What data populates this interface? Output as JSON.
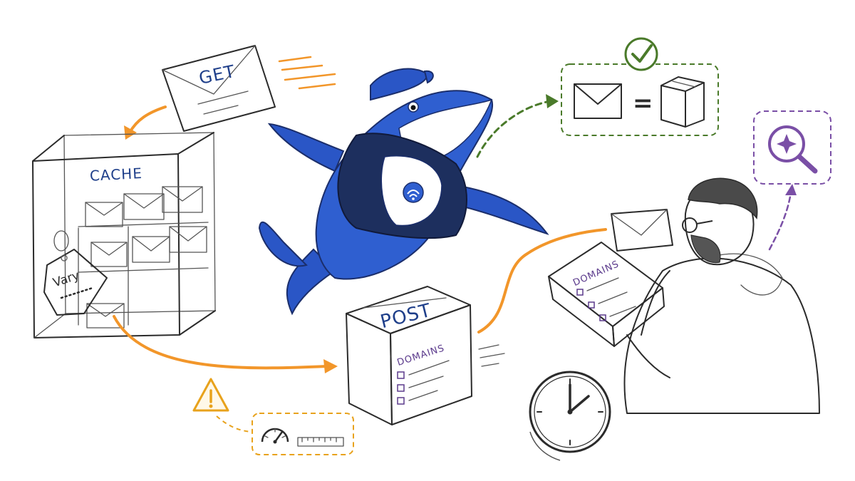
{
  "labels": {
    "get": "GET",
    "cache": "CACHE",
    "vary": "Vary",
    "post": "POST",
    "box_list_title": "DOMAINS",
    "held_list_title": "DOMAINS",
    "equals": "="
  },
  "colors": {
    "orange_arrow": "#f2962a",
    "green_accent": "#4a7a2a",
    "purple_accent": "#7a4fa6",
    "warning": "#e8a21c",
    "whale_blue": "#2a56c6",
    "hoodie_navy": "#1d2f5e",
    "ink": "#2b2b2b"
  },
  "icons": {
    "green_check": "check-icon",
    "warning": "warning-icon",
    "search_sparkle": "sparkle-search-icon",
    "gauge": "gauge-icon",
    "ruler": "ruler-icon",
    "clock": "clock-icon"
  }
}
